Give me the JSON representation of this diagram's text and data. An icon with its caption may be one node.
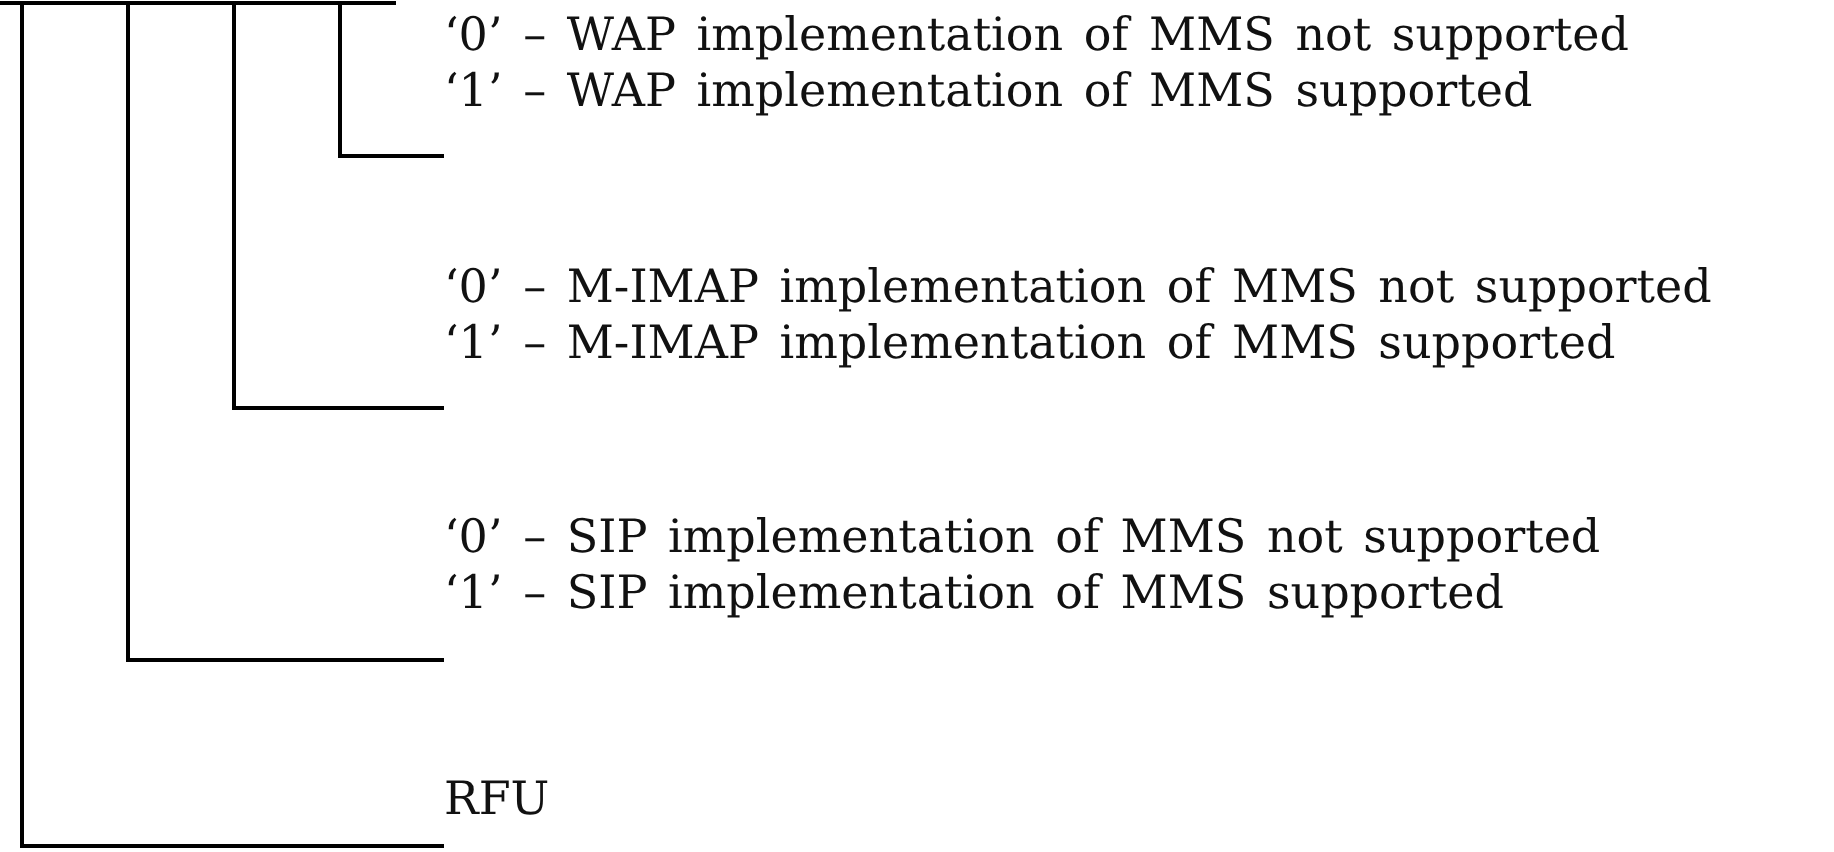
{
  "diagram": {
    "nodes": [
      {
        "text": [
          "‘0’ – WAP implementation of MMS not supported",
          "‘1’ – WAP implementation of MMS supported"
        ]
      },
      {
        "text": [
          "‘0’ – M-IMAP implementation of MMS not supported",
          "‘1’ – M-IMAP implementation of MMS supported"
        ]
      },
      {
        "text": [
          "‘0’ – SIP implementation of MMS not supported",
          "‘1’ – SIP implementation of MMS supported"
        ]
      },
      {
        "text": [
          "RFU"
        ]
      }
    ],
    "edges": [
      {
        "from": 0,
        "to": null,
        "arrow": "none"
      },
      {
        "from": 1,
        "to": null,
        "arrow": "none"
      },
      {
        "from": 2,
        "to": null,
        "arrow": "none"
      },
      {
        "from": 3,
        "to": null,
        "arrow": "none"
      }
    ]
  }
}
